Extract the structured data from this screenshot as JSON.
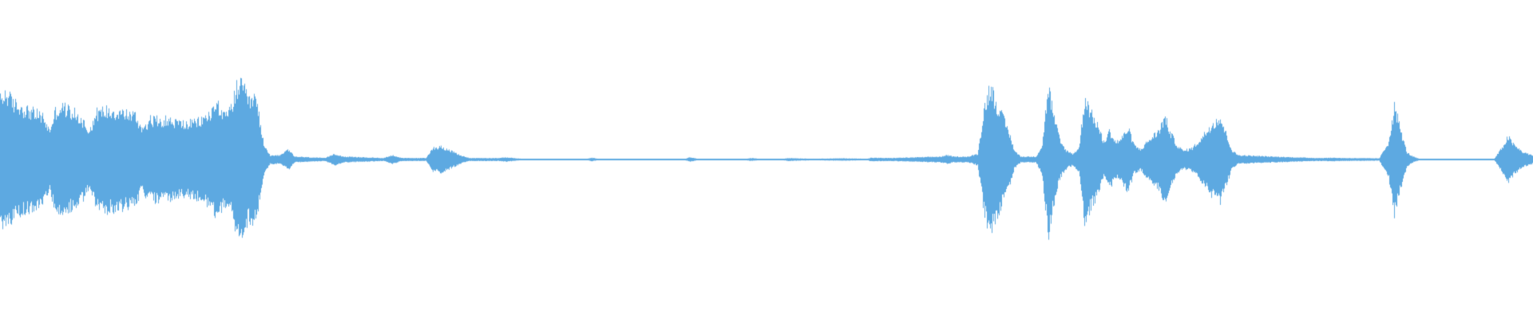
{
  "waveform": {
    "color": "#5DA9E1",
    "background": "#FFFFFF",
    "amplitude_envelope": [
      [
        0.0,
        0.42
      ],
      [
        0.004,
        0.47
      ],
      [
        0.008,
        0.4
      ],
      [
        0.015,
        0.36
      ],
      [
        0.022,
        0.33
      ],
      [
        0.028,
        0.3
      ],
      [
        0.032,
        0.2
      ],
      [
        0.036,
        0.34
      ],
      [
        0.041,
        0.37
      ],
      [
        0.048,
        0.33
      ],
      [
        0.054,
        0.27
      ],
      [
        0.058,
        0.2
      ],
      [
        0.063,
        0.33
      ],
      [
        0.07,
        0.35
      ],
      [
        0.08,
        0.33
      ],
      [
        0.088,
        0.31
      ],
      [
        0.092,
        0.22
      ],
      [
        0.098,
        0.28
      ],
      [
        0.108,
        0.28
      ],
      [
        0.116,
        0.26
      ],
      [
        0.122,
        0.25
      ],
      [
        0.13,
        0.27
      ],
      [
        0.136,
        0.31
      ],
      [
        0.142,
        0.4
      ],
      [
        0.146,
        0.3
      ],
      [
        0.15,
        0.34
      ],
      [
        0.154,
        0.5
      ],
      [
        0.158,
        0.52
      ],
      [
        0.162,
        0.4
      ],
      [
        0.166,
        0.44
      ],
      [
        0.169,
        0.3
      ],
      [
        0.172,
        0.1
      ],
      [
        0.176,
        0.03
      ],
      [
        0.183,
        0.03
      ],
      [
        0.188,
        0.07
      ],
      [
        0.192,
        0.02
      ],
      [
        0.212,
        0.01
      ],
      [
        0.218,
        0.04
      ],
      [
        0.224,
        0.02
      ],
      [
        0.25,
        0.01
      ],
      [
        0.256,
        0.03
      ],
      [
        0.262,
        0.01
      ],
      [
        0.278,
        0.01
      ],
      [
        0.282,
        0.08
      ],
      [
        0.288,
        0.09
      ],
      [
        0.294,
        0.06
      ],
      [
        0.3,
        0.03
      ],
      [
        0.306,
        0.01
      ],
      [
        0.326,
        0.01
      ],
      [
        0.33,
        0.015
      ],
      [
        0.34,
        0.005
      ],
      [
        0.383,
        0.005
      ],
      [
        0.386,
        0.012
      ],
      [
        0.39,
        0.005
      ],
      [
        0.447,
        0.005
      ],
      [
        0.45,
        0.015
      ],
      [
        0.455,
        0.005
      ],
      [
        0.487,
        0.005
      ],
      [
        0.49,
        0.01
      ],
      [
        0.495,
        0.005
      ],
      [
        0.511,
        0.005
      ],
      [
        0.514,
        0.01
      ],
      [
        0.53,
        0.005
      ],
      [
        0.55,
        0.008
      ],
      [
        0.566,
        0.005
      ],
      [
        0.568,
        0.012
      ],
      [
        0.58,
        0.01
      ],
      [
        0.598,
        0.015
      ],
      [
        0.614,
        0.02
      ],
      [
        0.618,
        0.03
      ],
      [
        0.622,
        0.02
      ],
      [
        0.632,
        0.02
      ],
      [
        0.638,
        0.04
      ],
      [
        0.642,
        0.35
      ],
      [
        0.646,
        0.52
      ],
      [
        0.65,
        0.4
      ],
      [
        0.654,
        0.3
      ],
      [
        0.658,
        0.2
      ],
      [
        0.662,
        0.06
      ],
      [
        0.666,
        0.02
      ],
      [
        0.676,
        0.02
      ],
      [
        0.68,
        0.1
      ],
      [
        0.684,
        0.52
      ],
      [
        0.688,
        0.28
      ],
      [
        0.692,
        0.12
      ],
      [
        0.696,
        0.06
      ],
      [
        0.7,
        0.04
      ],
      [
        0.704,
        0.08
      ],
      [
        0.708,
        0.45
      ],
      [
        0.712,
        0.32
      ],
      [
        0.716,
        0.25
      ],
      [
        0.72,
        0.12
      ],
      [
        0.724,
        0.2
      ],
      [
        0.728,
        0.12
      ],
      [
        0.732,
        0.15
      ],
      [
        0.736,
        0.22
      ],
      [
        0.74,
        0.1
      ],
      [
        0.744,
        0.07
      ],
      [
        0.75,
        0.14
      ],
      [
        0.756,
        0.2
      ],
      [
        0.76,
        0.3
      ],
      [
        0.764,
        0.18
      ],
      [
        0.768,
        0.1
      ],
      [
        0.772,
        0.06
      ],
      [
        0.778,
        0.08
      ],
      [
        0.784,
        0.15
      ],
      [
        0.79,
        0.24
      ],
      [
        0.796,
        0.3
      ],
      [
        0.8,
        0.18
      ],
      [
        0.804,
        0.06
      ],
      [
        0.808,
        0.03
      ],
      [
        0.83,
        0.02
      ],
      [
        0.845,
        0.015
      ],
      [
        0.86,
        0.01
      ],
      [
        0.87,
        0.012
      ],
      [
        0.876,
        0.01
      ],
      [
        0.9,
        0.008
      ],
      [
        0.906,
        0.12
      ],
      [
        0.91,
        0.38
      ],
      [
        0.914,
        0.2
      ],
      [
        0.918,
        0.05
      ],
      [
        0.922,
        0.02
      ],
      [
        0.926,
        0.005
      ],
      [
        0.975,
        0.005
      ],
      [
        0.98,
        0.08
      ],
      [
        0.984,
        0.16
      ],
      [
        0.988,
        0.1
      ],
      [
        0.994,
        0.05
      ],
      [
        1.0,
        0.03
      ]
    ]
  }
}
